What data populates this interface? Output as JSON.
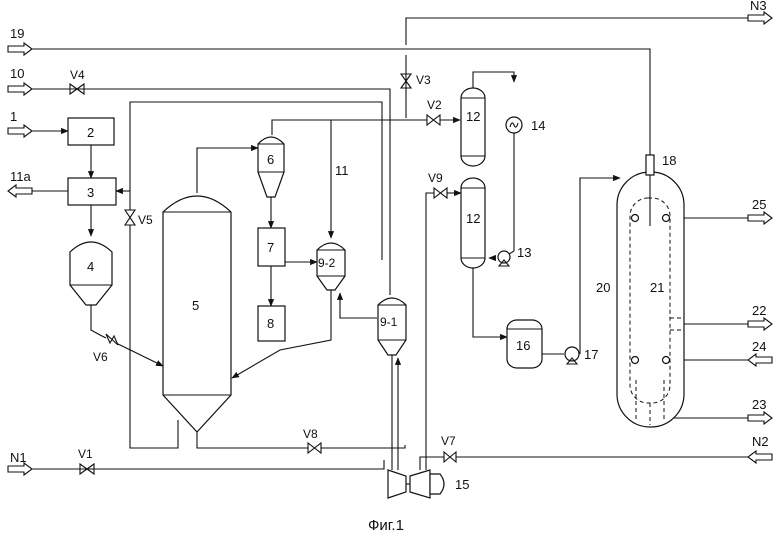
{
  "caption": "Фиг.1",
  "streams": {
    "s19": "19",
    "s10": "10",
    "s1": "1",
    "s11a": "11a",
    "n1": "N1",
    "n2": "N2",
    "n3": "N3",
    "s25": "25",
    "s22": "22",
    "s24": "24",
    "s23": "23",
    "s11": "11"
  },
  "valves": {
    "v1": "V1",
    "v2": "V2",
    "v3": "V3",
    "v4": "V4",
    "v5": "V5",
    "v6": "V6",
    "v7": "V7",
    "v8": "V8",
    "v9": "V9"
  },
  "units": {
    "u2": "2",
    "u3": "3",
    "u4": "4",
    "u5": "5",
    "u6": "6",
    "u7": "7",
    "u8": "8",
    "u9_1": "9-1",
    "u9_2": "9-2",
    "u12a": "12",
    "u12b": "12",
    "u13": "13",
    "u14": "14",
    "u15": "15",
    "u16": "16",
    "u17": "17",
    "u18": "18",
    "u20": "20",
    "u21": "21"
  }
}
